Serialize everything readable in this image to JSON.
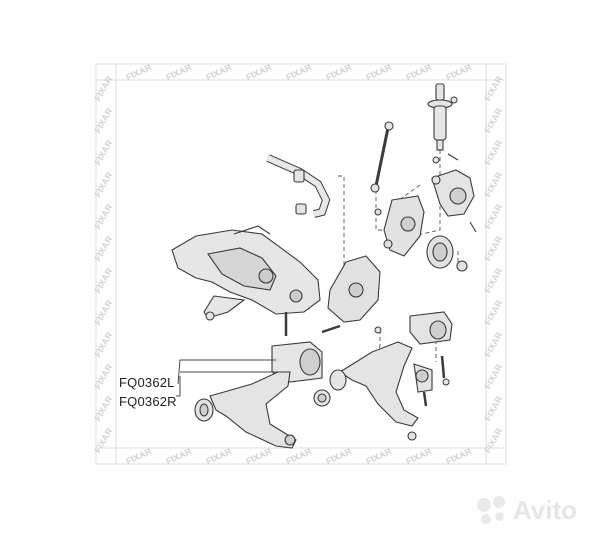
{
  "labels": {
    "left": "FQ0362L",
    "right": "FQ0362R"
  },
  "brand_stamp": "FIXAR",
  "watermark": "Avito",
  "colors": {
    "part_fill": "#e4e4e4",
    "part_stroke": "#3a3a3a",
    "stamp": "#d9d9d9",
    "leader": "#444444"
  }
}
